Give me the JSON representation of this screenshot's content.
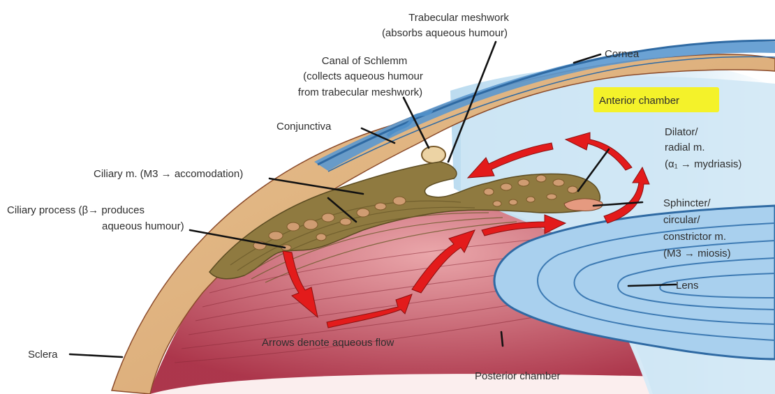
{
  "labels": {
    "trabecular_1": "Trabecular meshwork",
    "trabecular_2": "(absorbs aqueous humour)",
    "schlemm_1": "Canal of Schlemm",
    "schlemm_2": "(collects aqueous humour",
    "schlemm_3": "from trabecular meshwork)",
    "cornea": "Cornea",
    "anterior_chamber": "Anterior chamber",
    "conjunctiva": "Conjunctiva",
    "dilator_1": "Dilator/",
    "dilator_2": "radial m.",
    "dilator_3": "(α₁ → mydriasis)",
    "ciliary_m": "Ciliary m. (M3 → accomodation)",
    "ciliary_p_1": "Ciliary process (β→ produces",
    "ciliary_p_2": "aqueous humour)",
    "sphincter_1": "Sphincter/",
    "sphincter_2": "circular/",
    "sphincter_3": "constrictor m.",
    "sphincter_4": "(M3 → miosis)",
    "lens": "Lens",
    "arrows_note": "Arrows denote aqueous flow",
    "sclera": "Sclera",
    "posterior_chamber": "Posterior chamber"
  },
  "colors": {
    "sclera_tan": "#ddb07e",
    "sclera_edge": "#8a4a2a",
    "cornea_blue": "#4f8fc8",
    "chamber_blue": "#cfe6f5",
    "lens_blue": "#a9d0ee",
    "ciliary_brown": "#8f7a40",
    "ciliary_blob": "#cf9c72",
    "posterior_red": "#c24a58",
    "arrow_red": "#e31b1b",
    "highlight": "#f4f22a"
  }
}
